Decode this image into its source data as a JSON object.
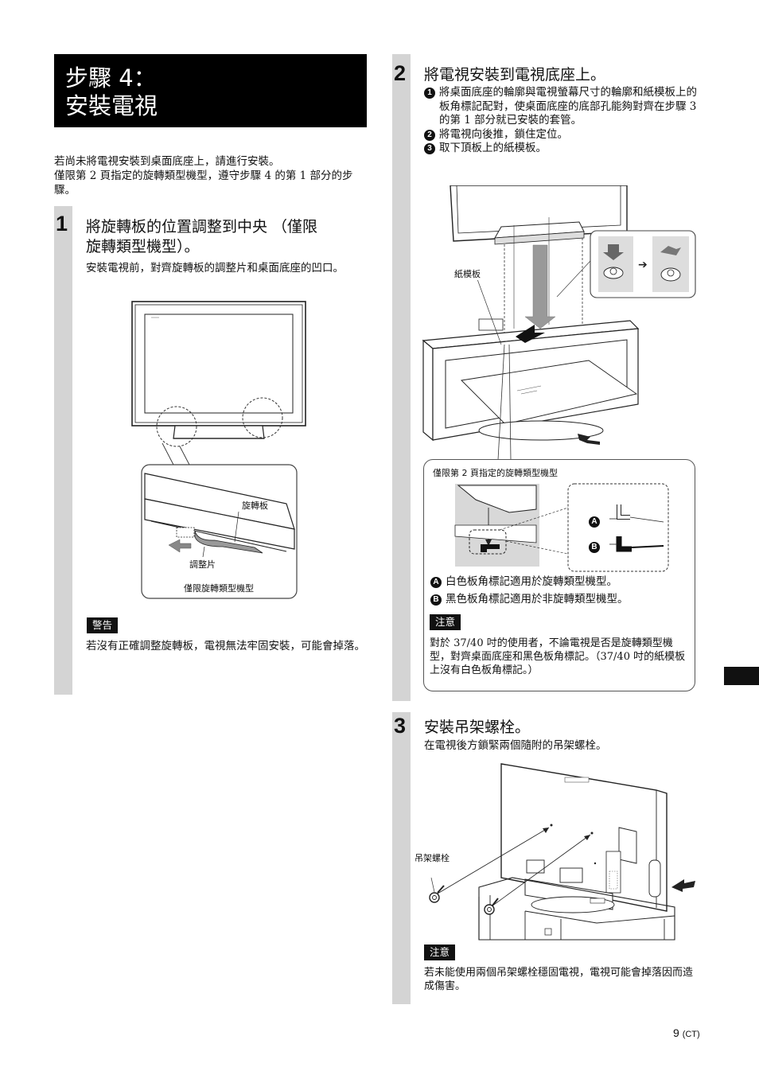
{
  "title": {
    "line1": "步驟 4：",
    "line2": "安裝電視"
  },
  "intro": {
    "p1": "若尚未將電視安裝到桌面底座上，請進行安裝。",
    "p2": "僅限第 2 頁指定的旋轉類型機型，遵守步驟 4 的第 1 部分的步驟。"
  },
  "step1": {
    "number": "1",
    "heading_line1": "將旋轉板的位置調整到中央 （僅限",
    "heading_line2": "旋轉類型機型）。",
    "text": "安裝電視前，對齊旋轉板的調整片和桌面底座的凹口。",
    "fig": {
      "label_plate": "旋轉板",
      "label_tab": "調整片",
      "label_caption": "僅限旋轉類型機型"
    },
    "warning_badge": "警告",
    "warning_text": "若沒有正確調整旋轉板，電視無法牢固安裝，可能會掉落。"
  },
  "step2": {
    "number": "2",
    "heading": "將電視安裝到電視底座上。",
    "items": [
      {
        "num": "1",
        "text": "將桌面底座的輪廓與電視螢幕尺寸的輪廓和紙模板上的板角標記配對，使桌面底座的底部孔能夠對齊在步驟 3 的第 1 部分就已安裝的套管。"
      },
      {
        "num": "2",
        "text": "將電視向後推，鎖住定位。"
      },
      {
        "num": "3",
        "text": "取下頂板上的紙模板。"
      }
    ],
    "fig": {
      "label_template": "紙模板"
    },
    "callout": {
      "title": "僅限第 2 頁指定的旋轉類型機型",
      "marker_a": "A",
      "marker_b": "B",
      "note_a": "白色板角標記適用於旋轉類型機型。",
      "note_b": "黑色板角標記適用於非旋轉類型機型。",
      "note_badge": "注意",
      "note_text": "對於 37/40 吋的使用者，不論電視是否是旋轉類型機型，對齊桌面底座和黑色板角標記。（37/40 吋的紙模板上沒有白色板角標記。）"
    }
  },
  "step3": {
    "number": "3",
    "heading": "安裝吊架螺栓。",
    "text": "在電視後方鎖緊兩個隨附的吊架螺栓。",
    "fig": {
      "label_bolt": "吊架螺栓"
    },
    "note_badge": "注意",
    "note_text": "若未能使用兩個吊架螺栓穩固電視，電視可能會掉落因而造成傷害。"
  },
  "footer": {
    "page": "9",
    "suffix": "(CT)"
  }
}
